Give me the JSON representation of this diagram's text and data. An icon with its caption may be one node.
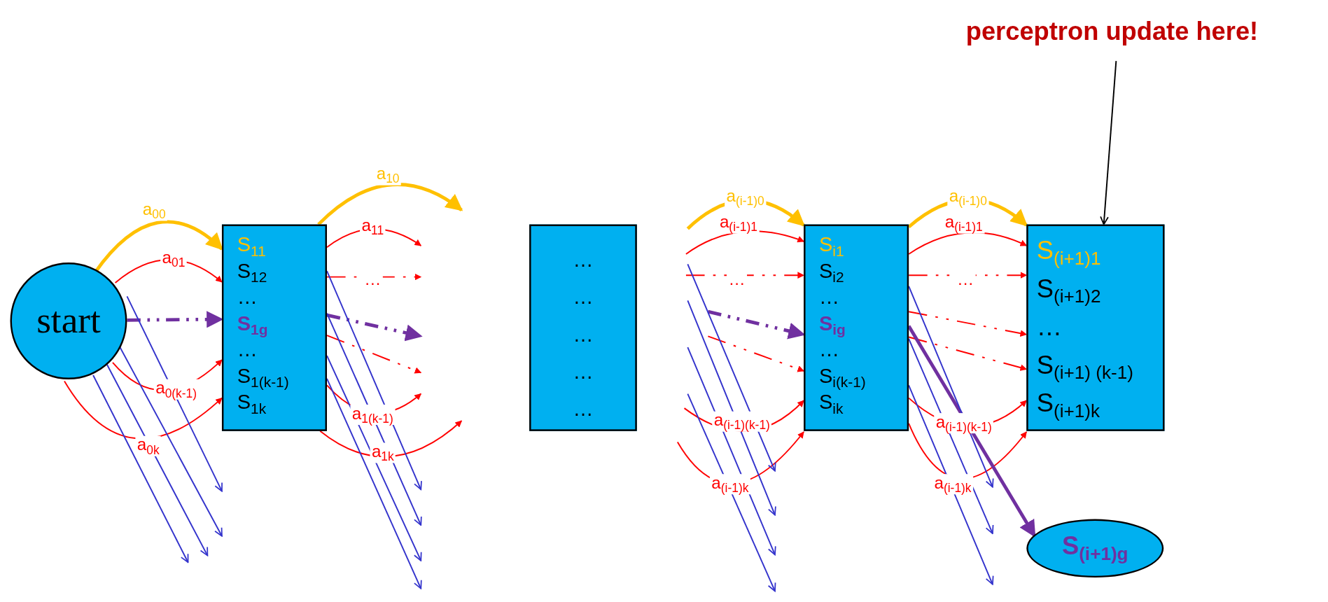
{
  "diagram": {
    "nodes": [
      {
        "text": [
          "start"
        ]
      },
      {
        "text": [
          "S$_{11}$",
          "S$_{12}$",
          "…",
          "S$_{1g}$",
          "…",
          "S$_{1(k-1)}$",
          "S$_{1k}$"
        ]
      },
      {
        "text": [
          "…",
          "…",
          "…",
          "…",
          "…"
        ]
      },
      {
        "text": [
          "S$_{i1}$",
          "S$_{i2}$",
          "…",
          "S$_{ig}$",
          "…",
          "S$_{i(k-1)}$",
          "S$_{ik}$"
        ]
      },
      {
        "text": [
          "S$_{(i+1)1}$",
          "S$_{(i+1)2}$",
          "…",
          "S$_{(i+1) (k-1)}$",
          "S$_{(i+1)k}$"
        ]
      },
      {
        "text": [
          "S$_{(i+1)g}$"
        ]
      },
      {
        "text": [
          "perceptron update here!"
        ]
      }
    ],
    "edges": [
      {
        "from": 0,
        "to": 1,
        "arrow": "to",
        "label": "a$_{00}$",
        "style": "thick",
        "color": "#ffc000"
      },
      {
        "from": 0,
        "to": 1,
        "arrow": "to",
        "label": "a$_{01}$"
      },
      {
        "from": 0,
        "to": 1,
        "arrow": "to",
        "style": "dashed",
        "color": "#7030a0"
      },
      {
        "from": 0,
        "to": 1,
        "arrow": "to",
        "label": "a$_{0(k-1)}$"
      },
      {
        "from": 0,
        "to": 1,
        "arrow": "to",
        "label": "a$_{0k}$"
      },
      {
        "from": 0,
        "to": null,
        "arrow": "to",
        "color": "#3333cc"
      },
      {
        "from": 0,
        "to": null,
        "arrow": "to",
        "color": "#3333cc"
      },
      {
        "from": 0,
        "to": null,
        "arrow": "to",
        "color": "#3333cc"
      },
      {
        "from": 0,
        "to": null,
        "arrow": "to",
        "color": "#3333cc"
      },
      {
        "from": 1,
        "to": null,
        "arrow": "to",
        "label": "a$_{10}$",
        "style": "thick",
        "color": "#ffc000"
      },
      {
        "from": 1,
        "to": null,
        "arrow": "to",
        "label": "a$_{11}$"
      },
      {
        "from": 1,
        "to": null,
        "arrow": "to",
        "label": "…",
        "style": "dashed"
      },
      {
        "from": 1,
        "to": null,
        "arrow": "to",
        "style": "dashed",
        "color": "#7030a0"
      },
      {
        "from": 1,
        "to": null,
        "arrow": "to",
        "style": "dashed"
      },
      {
        "from": 1,
        "to": null,
        "arrow": "to",
        "label": "a$_{1(k-1)}$"
      },
      {
        "from": 1,
        "to": null,
        "arrow": "to",
        "label": "a$_{1k}$"
      },
      {
        "from": 1,
        "to": null,
        "arrow": "to",
        "color": "#3333cc"
      },
      {
        "from": 1,
        "to": null,
        "arrow": "to",
        "color": "#3333cc"
      },
      {
        "from": 1,
        "to": null,
        "arrow": "to",
        "color": "#3333cc"
      },
      {
        "from": 1,
        "to": null,
        "arrow": "to",
        "color": "#3333cc"
      },
      {
        "from": null,
        "to": 3,
        "arrow": "to",
        "label": "a$_{(i-1)0}$",
        "style": "thick",
        "color": "#ffc000"
      },
      {
        "from": null,
        "to": 3,
        "arrow": "to",
        "label": "a$_{(i-1)1}$"
      },
      {
        "from": null,
        "to": 3,
        "arrow": "to",
        "label": "…",
        "style": "dashed"
      },
      {
        "from": null,
        "to": 3,
        "arrow": "to",
        "style": "dashed",
        "color": "#7030a0"
      },
      {
        "from": null,
        "to": 3,
        "arrow": "to",
        "style": "dashed"
      },
      {
        "from": null,
        "to": 3,
        "arrow": "to",
        "label": "a$_{(i-1)(k-1)}$"
      },
      {
        "from": null,
        "to": 3,
        "arrow": "to",
        "label": "a$_{(i-1)k}$"
      },
      {
        "from": 3,
        "to": 4,
        "arrow": "to",
        "label": "a$_{(i-1)0}$",
        "style": "thick",
        "color": "#ffc000"
      },
      {
        "from": 3,
        "to": 4,
        "arrow": "to",
        "label": "a$_{(i-1)1}$"
      },
      {
        "from": 3,
        "to": 4,
        "arrow": "to",
        "label": "…",
        "style": "dashed"
      },
      {
        "from": 3,
        "to": 4,
        "arrow": "to",
        "style": "dashed"
      },
      {
        "from": 3,
        "to": 4,
        "arrow": "to",
        "style": "dashed"
      },
      {
        "from": 3,
        "to": 4,
        "arrow": "to",
        "label": "a$_{(i-1)(k-1)}$"
      },
      {
        "from": 3,
        "to": 4,
        "arrow": "to",
        "label": "a$_{(i-1)k}$"
      },
      {
        "from": 3,
        "to": 5,
        "arrow": "to",
        "style": "thick",
        "color": "#7030a0"
      },
      {
        "from": 3,
        "to": null,
        "arrow": "to",
        "color": "#3333cc"
      },
      {
        "from": 3,
        "to": null,
        "arrow": "to",
        "color": "#3333cc"
      },
      {
        "from": 3,
        "to": null,
        "arrow": "to",
        "color": "#3333cc"
      },
      {
        "from": 6,
        "to": 4,
        "arrow": "to",
        "color": "#000000"
      }
    ]
  }
}
